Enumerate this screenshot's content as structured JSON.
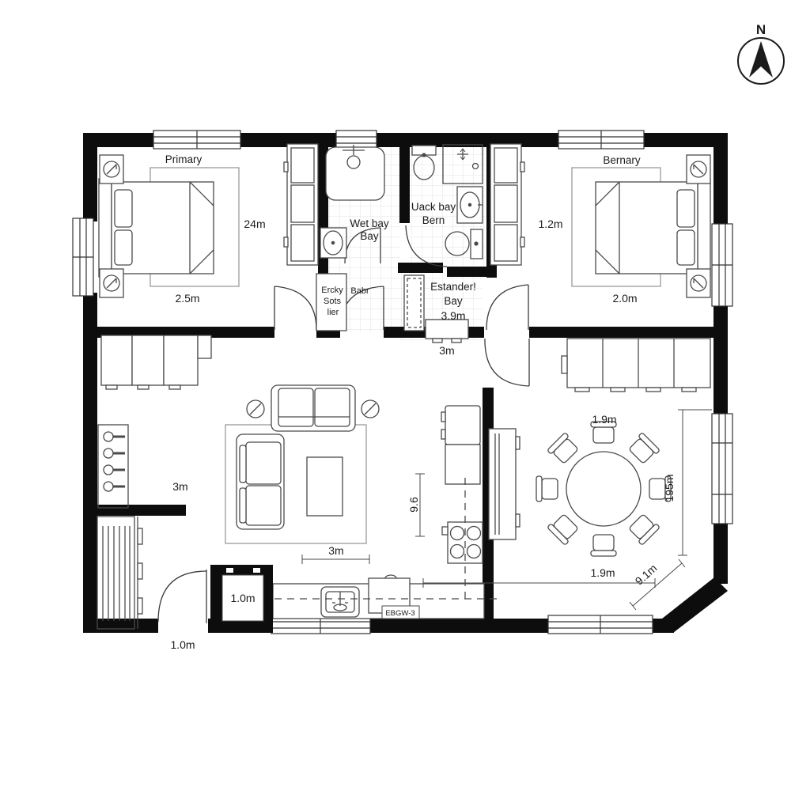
{
  "compass": {
    "north_label": "N"
  },
  "rooms": {
    "primary": {
      "name": "Primary",
      "dim_side": "24m",
      "dim_bottom": "2.5m"
    },
    "bernary": {
      "name": "Bernary",
      "dim_side": "1.2m",
      "dim_bottom": "2.0m"
    },
    "wet_bay": {
      "line1": "Wet bay",
      "line2": "Bay"
    },
    "back_bay": {
      "line1": "Uack bay",
      "line2": "Bern"
    },
    "closet": {
      "line1": "Ercky",
      "line2": "Sots",
      "line3": "lier"
    },
    "bath_hall": {
      "name": "Babr"
    },
    "hall": {
      "line1": "Estander!",
      "line2": "Bay",
      "line3": "3.9m",
      "dim_below": "3m"
    },
    "living": {
      "dim_room": "3m",
      "dim_line": "3m"
    },
    "kitchen": {
      "dim_vertical": "9.6",
      "appliance_label": "EBGW-3"
    },
    "dining": {
      "dim_top": "1.9m",
      "dim_bottom": "1.9m",
      "dim_right": "195m",
      "dim_diagonal": "9.1m"
    },
    "entry": {
      "closet_label": "1.0m",
      "door_label": "1.0m"
    }
  }
}
